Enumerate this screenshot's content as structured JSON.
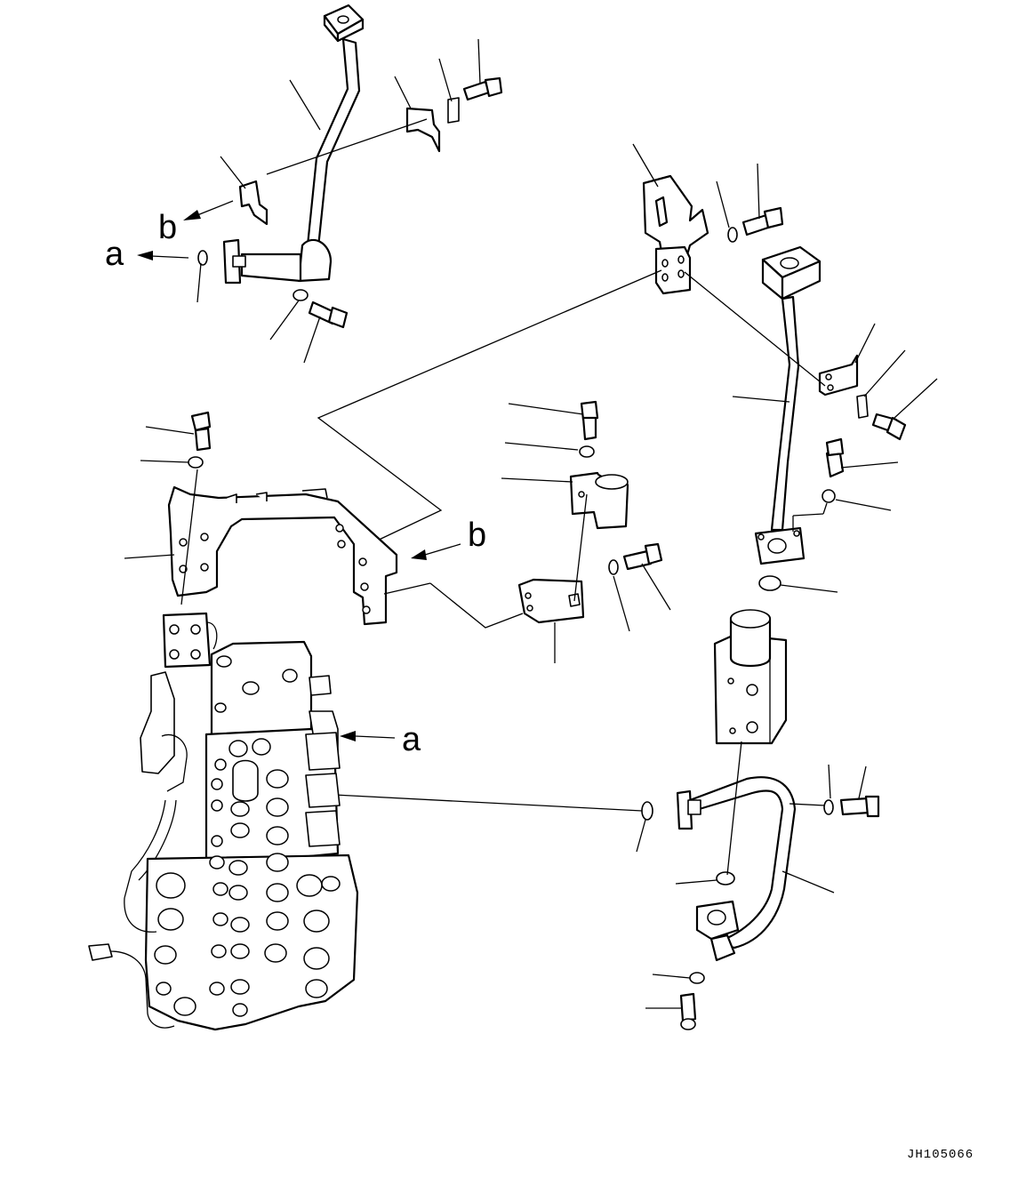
{
  "drawing_code": "JH105066",
  "view_labels": {
    "a_top": "a",
    "b_top": "b",
    "b_bracket": "b",
    "a_valve": "a"
  }
}
